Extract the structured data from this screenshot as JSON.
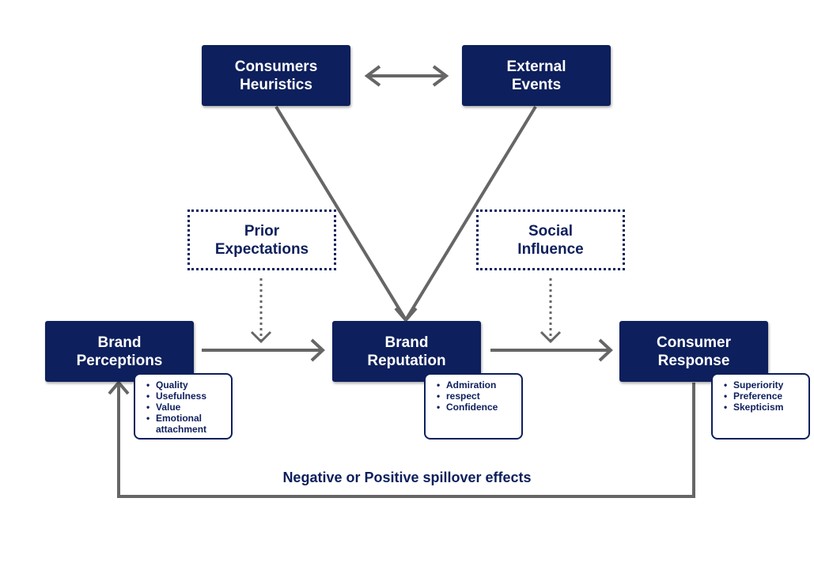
{
  "nodes": {
    "consumers_heuristics": "Consumers\nHeuristics",
    "external_events": "External\nEvents",
    "prior_expectations": "Prior\nExpectations",
    "social_influence": "Social\nInfluence",
    "brand_perceptions": "Brand\nPerceptions",
    "brand_reputation": "Brand\nReputation",
    "consumer_response": "Consumer\nResponse"
  },
  "details": {
    "perceptions": [
      "Quality",
      "Usefulness",
      "Value",
      "Emotional attachment"
    ],
    "reputation": [
      "Admiration",
      "respect",
      "Confidence"
    ],
    "response": [
      "Superiority",
      "Preference",
      "Skepticism"
    ]
  },
  "feedback_label": "Negative or Positive spillover effects",
  "colors": {
    "box": "#0d1f5c",
    "arrow": "#666666"
  }
}
